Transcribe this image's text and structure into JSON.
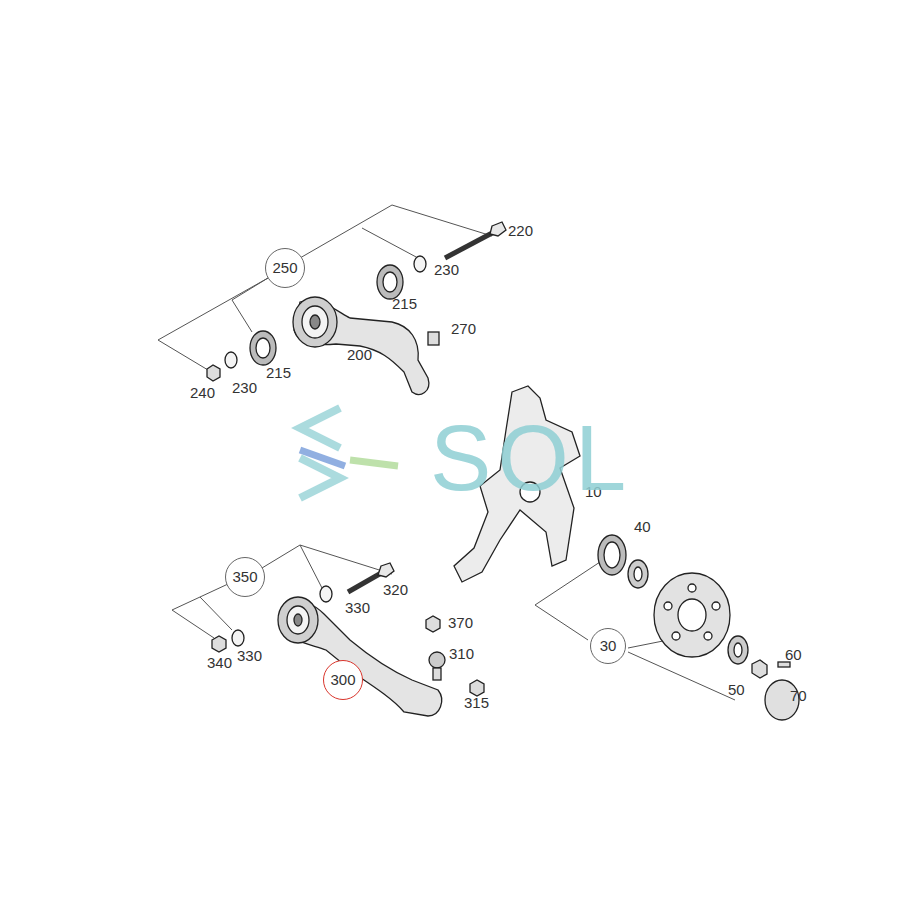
{
  "diagram": {
    "nodes": [
      {
        "text": [
          "250"
        ]
      },
      {
        "text": [
          "350"
        ]
      },
      {
        "text": [
          "30"
        ]
      },
      {
        "text": [
          "300"
        ]
      }
    ],
    "labels": [
      "220",
      "230",
      "215",
      "270",
      "200",
      "240",
      "230",
      "215",
      "10",
      "40",
      "330",
      "320",
      "370",
      "310",
      "340",
      "330",
      "315",
      "60",
      "50",
      "70",
      "SOL"
    ]
  }
}
